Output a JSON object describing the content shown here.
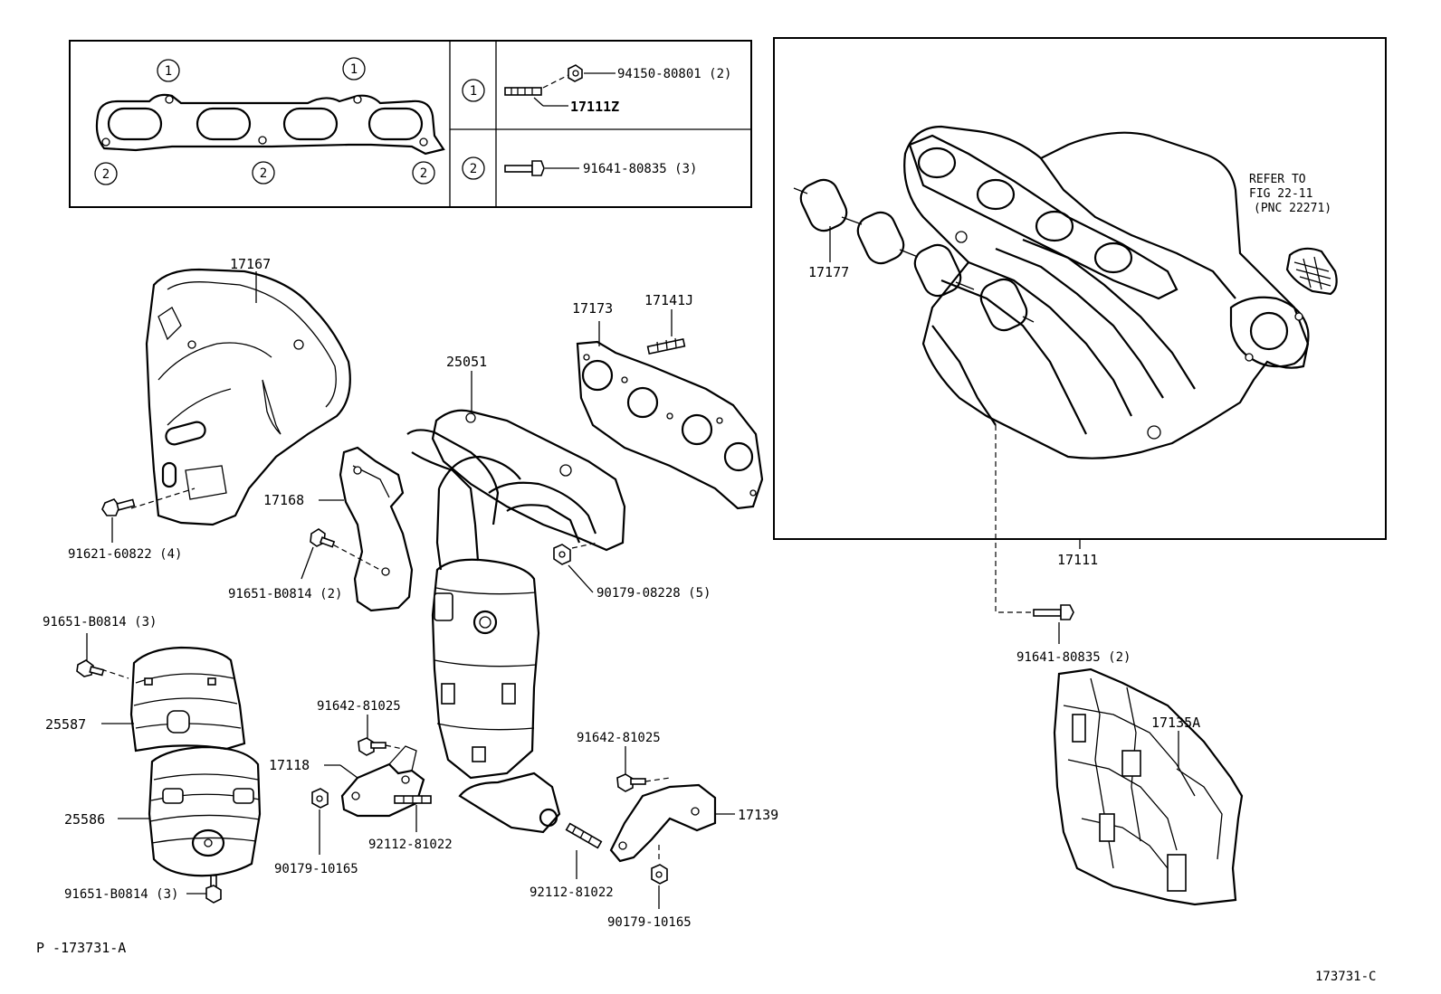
{
  "inset": {
    "callouts": [
      "1",
      "2"
    ],
    "row1": {
      "part_a": "94150-80801 (2)",
      "part_b": "17111Z"
    },
    "row2": {
      "part_a": "91641-80835 (3)"
    }
  },
  "labels": {
    "p17167": "17167",
    "p17168": "17168",
    "p91621": "91621-60822 (4)",
    "p91651a": "91651-B0814 (2)",
    "p91651b": "91651-B0814 (3)",
    "p25587": "25587",
    "p25586": "25586",
    "p91651c": "91651-B0814 (3)",
    "p91642a": "91642-81025",
    "p17118": "17118",
    "p90179a": "90179-10165",
    "p92112a": "92112-81022",
    "p25051": "25051",
    "p17173": "17173",
    "p17141j": "17141J",
    "p90179b": "90179-08228 (5)",
    "p91642b": "91642-81025",
    "p17139": "17139",
    "p92112b": "92112-81022",
    "p90179c": "90179-10165",
    "p17177": "17177",
    "refer1": "REFER TO",
    "refer2": "FIG 22-11",
    "refer3": "(PNC 22271)",
    "p17111": "17111",
    "p91641": "91641-80835 (2)",
    "p17135a": "17135A"
  },
  "footer": {
    "left": "P -173731-A",
    "right": "173731-C"
  }
}
